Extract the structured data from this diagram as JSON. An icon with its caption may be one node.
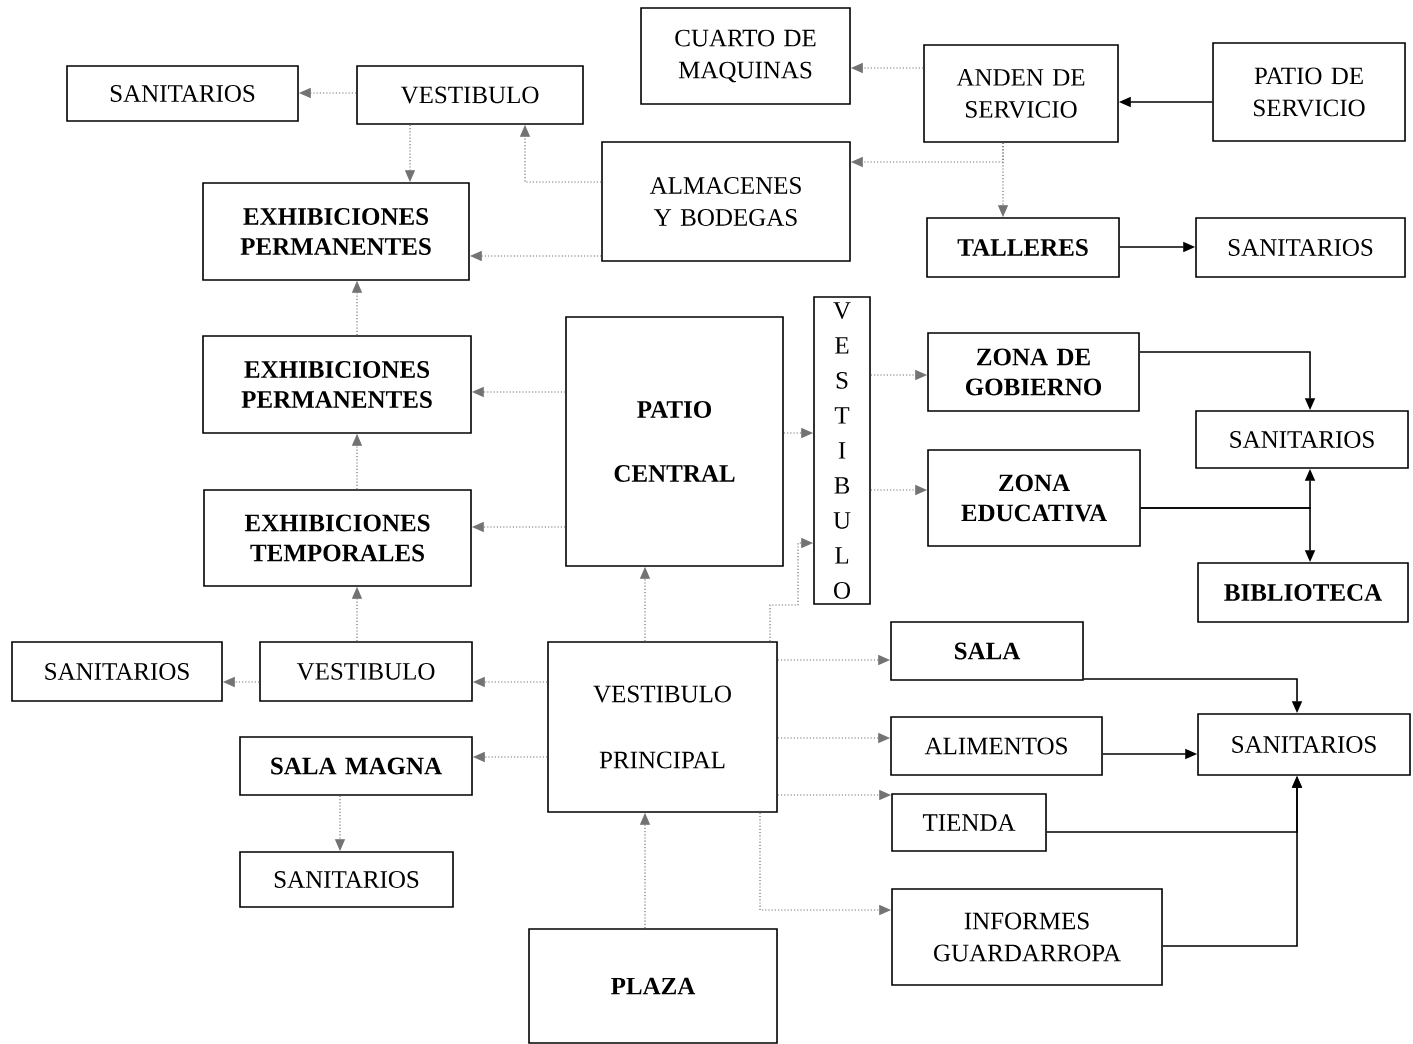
{
  "diagram": {
    "nodes": [
      {
        "text": [
          "SANITARIOS"
        ]
      },
      {
        "text": [
          "VESTIBULO"
        ]
      },
      {
        "text": [
          "CUARTO DE MAQUINAS"
        ]
      },
      {
        "text": [
          "ANDEN DE SERVICIO"
        ]
      },
      {
        "text": [
          "PATIO DE SERVICIO"
        ]
      },
      {
        "text": [
          "ALMACENES Y BODEGAS"
        ]
      },
      {
        "text": [
          "EXHIBICIONES PERMANENTES"
        ]
      },
      {
        "text": [
          "TALLERES"
        ]
      },
      {
        "text": [
          "SANITARIOS"
        ]
      },
      {
        "text": [
          "EXHIBICIONES PERMANENTES"
        ]
      },
      {
        "text": [
          "PATIO CENTRAL"
        ]
      },
      {
        "text": [
          "VESTIBULO"
        ]
      },
      {
        "text": [
          "ZONA DE GOBIERNO"
        ]
      },
      {
        "text": [
          "SANITARIOS"
        ]
      },
      {
        "text": [
          "ZONA EDUCATIVA"
        ]
      },
      {
        "text": [
          "EXHIBICIONES TEMPORALES"
        ]
      },
      {
        "text": [
          "BIBLIOTECA"
        ]
      },
      {
        "text": [
          "SANITARIOS"
        ]
      },
      {
        "text": [
          "VESTIBULO"
        ]
      },
      {
        "text": [
          "VESTIBULO PRINCIPAL"
        ]
      },
      {
        "text": [
          "SALA"
        ]
      },
      {
        "text": [
          "ALIMENTOS"
        ]
      },
      {
        "text": [
          "SANITARIOS"
        ]
      },
      {
        "text": [
          "SALA MAGNA"
        ]
      },
      {
        "text": [
          "TIENDA"
        ]
      },
      {
        "text": [
          "SANITARIOS"
        ]
      },
      {
        "text": [
          "INFORMES GUARDARROPA"
        ]
      },
      {
        "text": [
          "PLAZA"
        ]
      }
    ],
    "edges": [
      {
        "from": 1,
        "to": 0,
        "arrow": "to",
        "style": "dashed"
      },
      {
        "from": 1,
        "to": 6,
        "arrow": "to",
        "style": "dashed"
      },
      {
        "from": 3,
        "to": 2,
        "arrow": "to",
        "style": "dashed"
      },
      {
        "from": 4,
        "to": 3,
        "arrow": "to",
        "color": "#000000"
      },
      {
        "from": 3,
        "to": 5,
        "arrow": "to",
        "style": "dashed"
      },
      {
        "from": 3,
        "to": 7,
        "arrow": "to",
        "style": "dashed"
      },
      {
        "from": 5,
        "to": 1,
        "arrow": "to",
        "style": "dashed"
      },
      {
        "from": 5,
        "to": 6,
        "arrow": "to",
        "style": "dashed"
      },
      {
        "from": 7,
        "to": 8,
        "arrow": "to",
        "color": "#000000"
      },
      {
        "from": 9,
        "to": 6,
        "arrow": "to",
        "style": "dashed"
      },
      {
        "from": 10,
        "to": 9,
        "arrow": "to",
        "style": "dashed"
      },
      {
        "from": 10,
        "to": 11,
        "arrow": "to",
        "style": "dashed"
      },
      {
        "from": 11,
        "to": 12,
        "arrow": "to",
        "style": "dashed"
      },
      {
        "from": 11,
        "to": 14,
        "arrow": "to",
        "style": "dashed"
      },
      {
        "from": 12,
        "to": 13,
        "arrow": "to",
        "color": "#000000"
      },
      {
        "from": 14,
        "to": 13,
        "arrow": "to",
        "color": "#000000"
      },
      {
        "from": 14,
        "to": 16,
        "arrow": "to",
        "color": "#000000"
      },
      {
        "from": 15,
        "to": 9,
        "arrow": "to",
        "style": "dashed"
      },
      {
        "from": 10,
        "to": 15,
        "arrow": "to",
        "style": "dashed"
      },
      {
        "from": 18,
        "to": 15,
        "arrow": "to",
        "style": "dashed"
      },
      {
        "from": 18,
        "to": 17,
        "arrow": "to",
        "style": "dashed"
      },
      {
        "from": 19,
        "to": 18,
        "arrow": "to",
        "style": "dashed"
      },
      {
        "from": 19,
        "to": 10,
        "arrow": "to",
        "style": "dashed"
      },
      {
        "from": 19,
        "to": 11,
        "arrow": "to",
        "style": "dashed"
      },
      {
        "from": 19,
        "to": 20,
        "arrow": "to",
        "style": "dashed"
      },
      {
        "from": 19,
        "to": 21,
        "arrow": "to",
        "style": "dashed"
      },
      {
        "from": 19,
        "to": 24,
        "arrow": "to",
        "style": "dashed"
      },
      {
        "from": 19,
        "to": 26,
        "arrow": "to",
        "style": "dashed"
      },
      {
        "from": 19,
        "to": 23,
        "arrow": "to",
        "style": "dashed"
      },
      {
        "from": 23,
        "to": 25,
        "arrow": "to",
        "style": "dashed"
      },
      {
        "from": 27,
        "to": 19,
        "arrow": "to",
        "style": "dashed"
      },
      {
        "from": 20,
        "to": 22,
        "arrow": "to",
        "color": "#000000"
      },
      {
        "from": 21,
        "to": 22,
        "arrow": "to",
        "color": "#000000"
      },
      {
        "from": 24,
        "to": 22,
        "arrow": "to",
        "color": "#000000"
      },
      {
        "from": 26,
        "to": 22,
        "arrow": "to",
        "color": "#000000"
      }
    ]
  }
}
